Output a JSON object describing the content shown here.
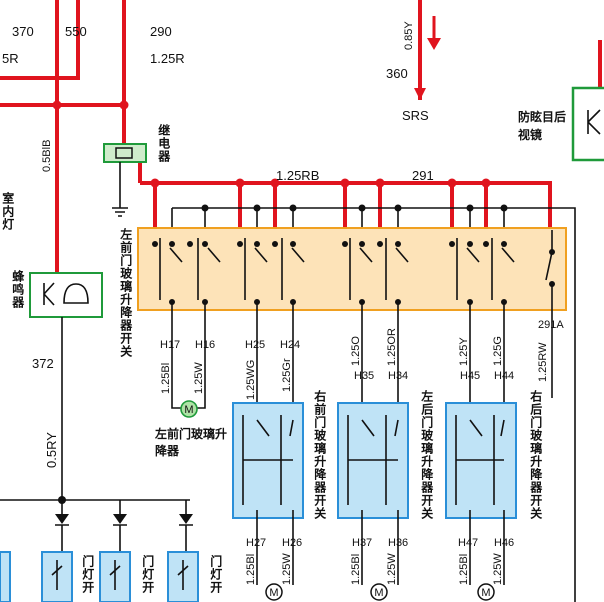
{
  "colors": {
    "power_wire": "#e0141e",
    "ground_wire": "#111111",
    "switch_panel_fill": "#fde3b8",
    "switch_panel_border": "#f0a020",
    "switch_box_fill": "#bfe3f6",
    "switch_box_border": "#2a8fd8",
    "component_box_fill": "#ffffff",
    "component_box_border": "#1f9a3a"
  },
  "top_labels": {
    "w370": "370",
    "w550": "550",
    "w5r": "5R",
    "w290": "290",
    "w125r": "1.25R",
    "w085y": "0.85Y",
    "w360": "360",
    "srs": "SRS",
    "w05bb": "0.5BlB",
    "w125rb": "1.25RB",
    "w291": "291",
    "w372": "372",
    "w05ry": "0.5RY",
    "w291a": "291A",
    "w125rw": "1.25RW"
  },
  "components": {
    "relay": "继电器",
    "interior_lamp": "室内灯",
    "buzzer": "蜂鸣器",
    "mirror": "防眩目后视镜",
    "left_front_main": "左前门玻璃升降器开关",
    "left_front_sub": "左前门玻璃升降器",
    "right_front": "右前门玻璃升降器开关",
    "left_rear": "左后门玻璃升降器开关",
    "right_rear": "右后门玻璃升降器开关",
    "door_lamp_1": "门灯开",
    "door_lamp_2": "门灯开",
    "door_lamp_3": "门灯开"
  },
  "pins": {
    "h17": "H17",
    "h16": "H16",
    "h25": "H25",
    "h24": "H24",
    "h35": "H35",
    "h34": "H34",
    "h45": "H45",
    "h44": "H44",
    "h27": "H27",
    "h26": "H26",
    "h37": "H37",
    "h36": "H36",
    "h47": "H47",
    "h46": "H46"
  },
  "wires": {
    "w125bl_a": "1.25Bl",
    "w125w_a": "1.25W",
    "w125wg": "1.25WG",
    "w125gr": "1.25Gr",
    "w125o": "1.25O",
    "w125or": "1.25OR",
    "w125y": "1.25Y",
    "w125g": "1.25G",
    "w125bl_b": "1.25Bl",
    "w125w_b": "1.25W",
    "w125bl_c": "1.25Bl",
    "w125w_c": "1.25W",
    "w125bl_d": "1.25Bl",
    "w125w_d": "1.25W"
  },
  "motor_symbol": "M"
}
